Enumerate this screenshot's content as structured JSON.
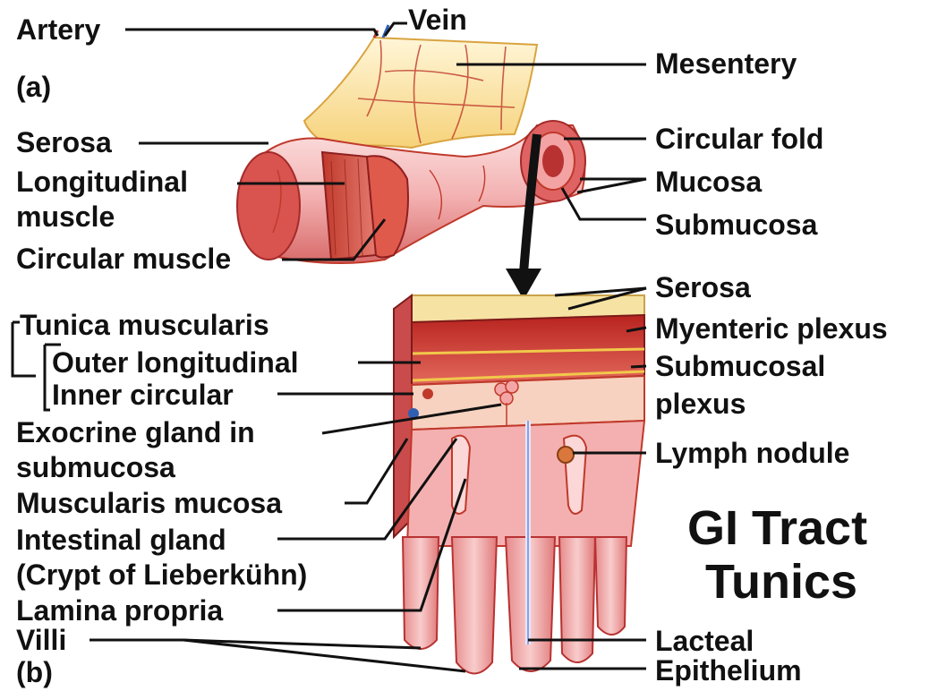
{
  "panel_labels": {
    "a": "(a)",
    "b": "(b)"
  },
  "title": {
    "line1": "GI Tract",
    "line2": "Tunics"
  },
  "labels_top": {
    "artery": "Artery",
    "vein": "Vein",
    "mesentery": "Mesentery",
    "serosa": "Serosa",
    "longitudinal_1": "Longitudinal",
    "longitudinal_2": "muscle",
    "circular_muscle": "Circular muscle",
    "circular_fold": "Circular fold",
    "mucosa": "Mucosa",
    "submucosa": "Submucosa"
  },
  "labels_bottom": {
    "serosa": "Serosa",
    "myenteric_plexus": "Myenteric plexus",
    "submucosal_plexus_1": "Submucosal",
    "submucosal_plexus_2": "plexus",
    "lymph_nodule": "Lymph nodule",
    "tunica_muscularis": "Tunica muscularis",
    "outer_longitudinal": "Outer longitudinal",
    "inner_circular": "Inner circular",
    "exocrine_1": "Exocrine gland in",
    "exocrine_2": "submucosa",
    "muscularis_mucosa": "Muscularis mucosa",
    "intestinal_gland_1": "Intestinal gland",
    "intestinal_gland_2": "(Crypt of Lieberkühn)",
    "lamina_propria": "Lamina propria",
    "villi": "Villi",
    "lacteal": "Lacteal",
    "epithelium": "Epithelium"
  }
}
